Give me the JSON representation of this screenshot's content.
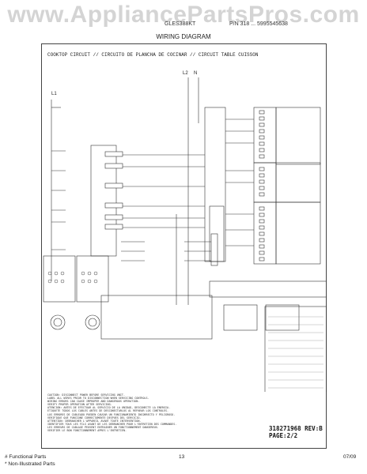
{
  "watermark": "www.AppliancePartsPros.com",
  "header": {
    "model_left": "GLES388KT",
    "model_right": "P/N 318 ... 5995545638",
    "title": "WIRING DIAGRAM"
  },
  "diagram": {
    "circuit_title": "COOKTOP CIRCUIT // CIRCUITO DE PLANCHA DE COCINAR // CIRCUIT TABLE CUISSON",
    "line_labels": {
      "l1": "L1",
      "l2": "L2",
      "n": "N"
    }
  },
  "notes": [
    "CAUTION: DISCONNECT POWER BEFORE SERVICING UNIT.",
    "LABEL ALL WIRES PRIOR TO DISCONNECTION WHEN SERVICING CONTROLS.",
    "WIRING ERRORS CAN CAUSE IMPROPER AND DANGEROUS OPERATION.",
    "VERIFY PROPER OPERATION AFTER SERVICING.",
    "ATENCION: ANTES DE EFECTUAR AL SERVICIO DE LA UNIDAD, DESCONECTE LA ENERGIA.",
    "ETIQUETE TODOS LOS CABLES ANTES DE DESCONECTARLOS AL REPARAR LOS CONTROLES.",
    "LOS ERRORES DE CABLEADO PUEDEN CAUSAR UN FUNCIONAMIENTO INCORRECTO Y PELIGROSO.",
    "VERIFIQUE QUE FUNCIONE CORRECTAMENTE DESPUES DEL SERVICIO.",
    "ATTENTION: DEBRANCHER L'APPAREIL AVANT TOUTE INTERVENTION.",
    "IDENTIFIER TOUS LES FILS AVANT DE LES DEBRANCHER POUR L'ENTRETIEN DES COMMANDES.",
    "LES ERREURS DE CABLAGE PEUVENT ENTRAINER UN FONCTIONNEMENT DANGEREUX.",
    "VERIFIER LE BON FONCTIONNEMENT APRES L'ENTRETIEN."
  ],
  "revision": {
    "number": "318271968 REV:B",
    "page": "PAGE:2/2"
  },
  "footer": {
    "functional": "# Functional Parts",
    "non_illustrated": "* Non-Illustrated Parts",
    "page_number": "13",
    "date": "07/09"
  }
}
